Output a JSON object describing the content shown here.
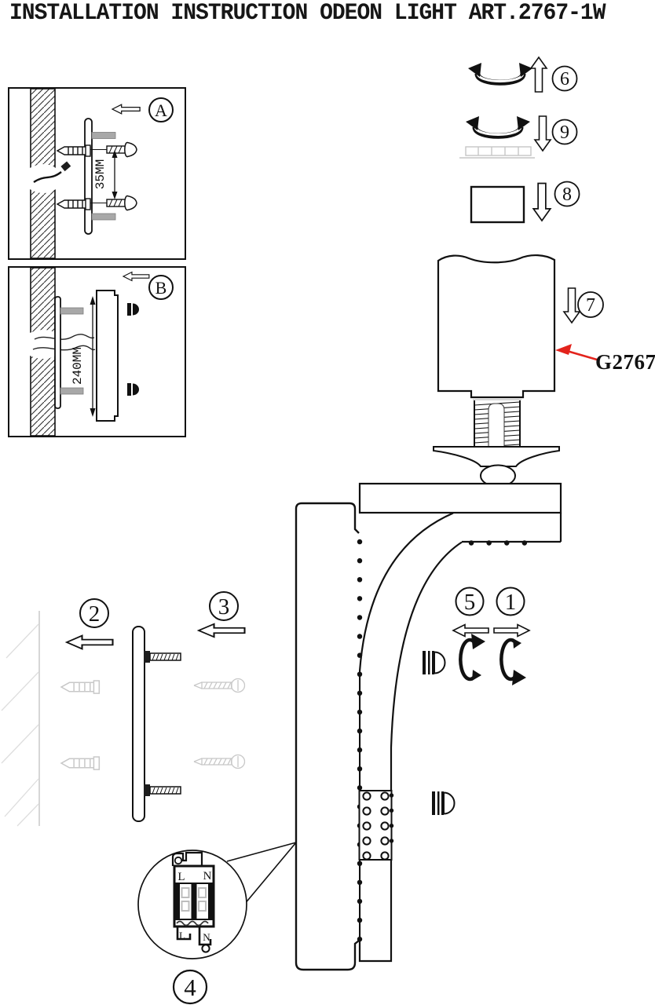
{
  "title": "INSTALLATION INSTRUCTION ODEON LIGHT ART.2767-1W",
  "part": {
    "code": "G2767"
  },
  "insets": {
    "a": {
      "label": "A",
      "dimension": "35MM"
    },
    "b": {
      "label": "B",
      "dimension": "240MM"
    }
  },
  "steps": {
    "n1": "1",
    "n2": "2",
    "n3": "3",
    "n4": "4",
    "n5": "5",
    "n6": "6",
    "n7": "7",
    "n8": "8",
    "n9": "9"
  },
  "terminal": {
    "l_top": "L",
    "n_top": "N",
    "l_bottom": "L",
    "n_bottom": "N"
  },
  "colors": {
    "callout_arrow": "#e3231c",
    "part_code": "#f2691e",
    "ink": "#111111",
    "faint": "#c8c8c8"
  }
}
